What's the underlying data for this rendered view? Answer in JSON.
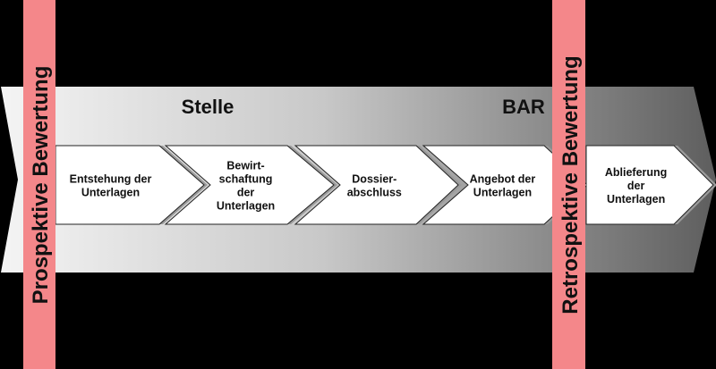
{
  "band_labels": {
    "left": "Stelle",
    "right": "BAR"
  },
  "steps": [
    {
      "lines": [
        "Entstehung der",
        "Unterlagen"
      ]
    },
    {
      "lines": [
        "Bewirt-",
        "schaftung",
        "der",
        "Unterlagen"
      ]
    },
    {
      "lines": [
        "Dossier-",
        "abschluss"
      ]
    },
    {
      "lines": [
        "Angebot der",
        "Unterlagen"
      ]
    },
    {
      "lines": [
        "Ablieferung",
        "der",
        "Unterlagen"
      ]
    }
  ],
  "markers": {
    "prospective": "Prospektive Bewertung",
    "retrospective": "Retrospektive Bewertung"
  },
  "colors": {
    "marker": "#f4878a",
    "background": "#000000"
  }
}
